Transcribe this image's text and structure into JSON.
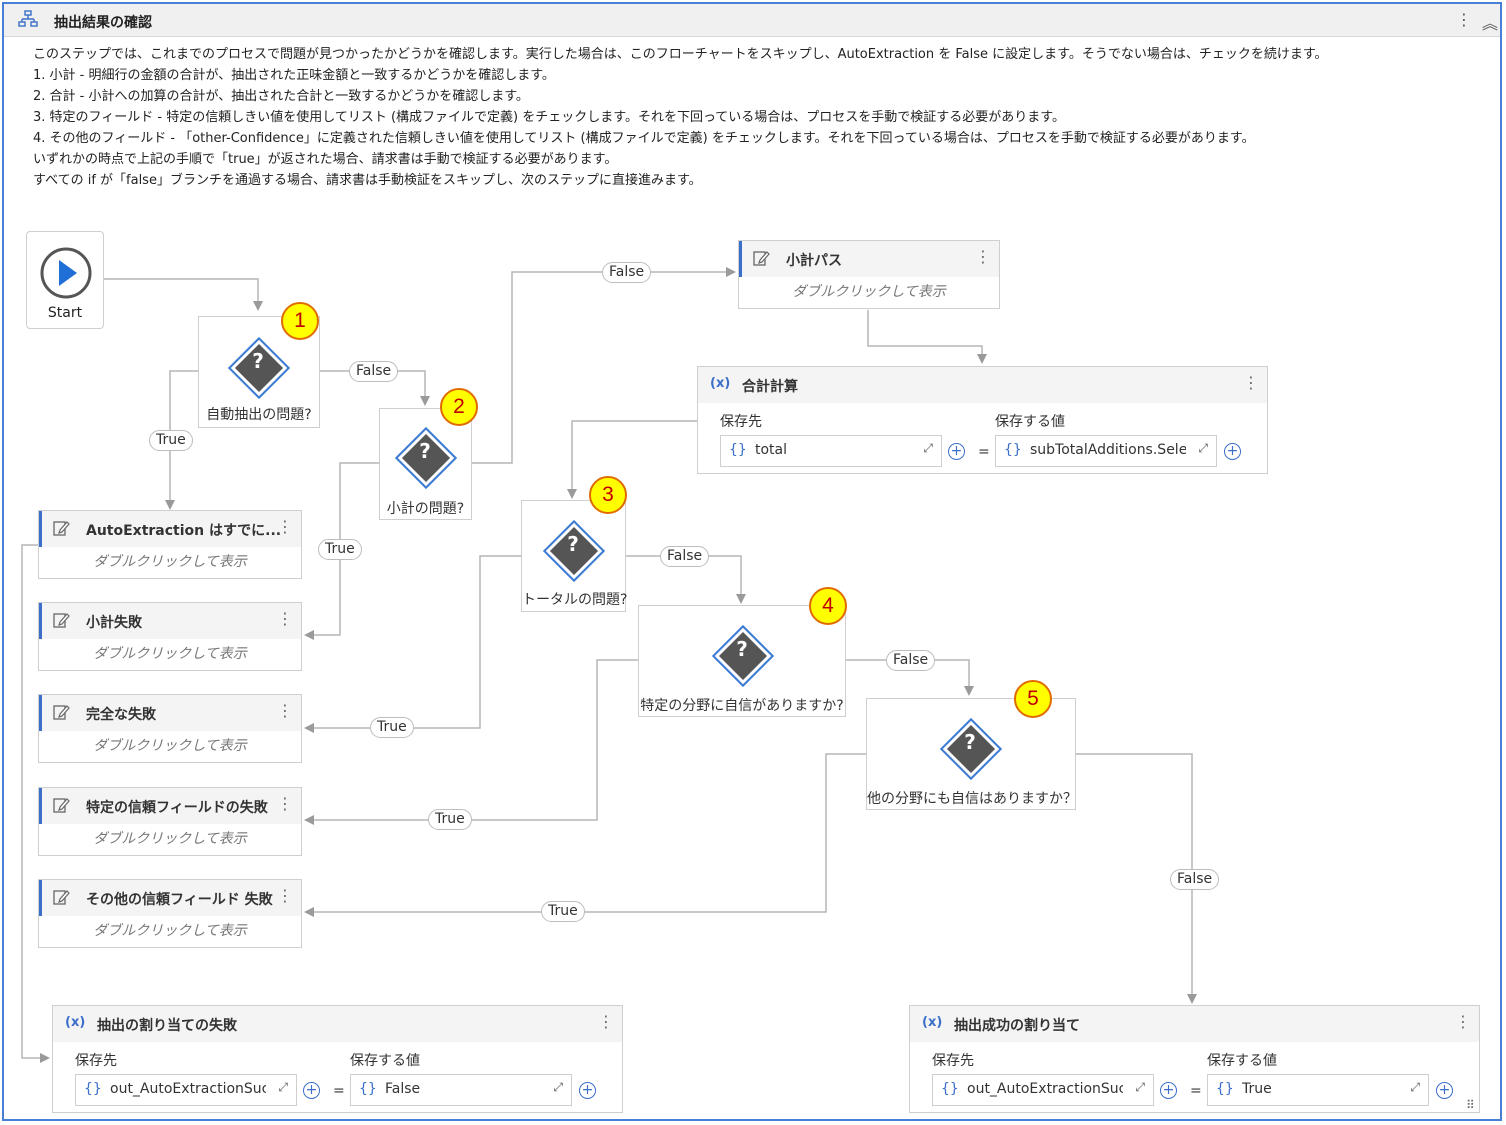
{
  "header": {
    "title": "抽出結果の確認"
  },
  "description": [
    "このステップでは、これまでのプロセスで問題が見つかったかどうかを確認します。実行した場合は、このフローチャートをスキップし、AutoExtraction を False に設定します。そうでない場合は、チェックを続けます。",
    "1. 小計 - 明細行の金額の合計が、抽出された正味金額と一致するかどうかを確認します。",
    "2. 合計 - 小計への加算の合計が、抽出された合計と一致するかどうかを確認します。",
    "3. 特定のフィールド - 特定の信頼しきい値を使用してリスト (構成ファイルで定義) をチェックします。それを下回っている場合は、プロセスを手動で検証する必要があります。",
    "4. その他のフィールド - 「other-Confidence」に定義された信頼しきい値を使用してリスト (構成ファイルで定義) をチェックします。それを下回っている場合は、プロセスを手動で検証する必要があります。",
    "",
    "いずれかの時点で上記の手順で「true」が返された場合、請求書は手動で検証する必要があります。",
    "すべての if が「false」ブランチを通過する場合、請求書は手動検証をスキップし、次のステップに直接進みます。"
  ],
  "start": {
    "label": "Start"
  },
  "decisions": [
    {
      "label": "自動抽出の問題?",
      "number": "1"
    },
    {
      "label": "小計の問題?",
      "number": "2"
    },
    {
      "label": "トータルの問題?",
      "number": "3"
    },
    {
      "label": "特定の分野に自信がありますか?",
      "number": "4"
    },
    {
      "label": "他の分野にも自信はありますか？",
      "number": "5"
    }
  ],
  "activities": [
    {
      "title": "AutoExtraction はすでに...",
      "hint": "ダブルクリックして表示"
    },
    {
      "title": "小計失敗",
      "hint": "ダブルクリックして表示"
    },
    {
      "title": "完全な失敗",
      "hint": "ダブルクリックして表示"
    },
    {
      "title": "特定の信頼フィールドの失敗",
      "hint": "ダブルクリックして表示"
    },
    {
      "title": "その他の信頼フィールド 失敗",
      "hint": "ダブルクリックして表示"
    },
    {
      "title": "小計パス",
      "hint": "ダブルクリックして表示"
    }
  ],
  "assigns": [
    {
      "title": "合計計算",
      "to_label": "保存先",
      "value_label": "保存する値",
      "to": "total",
      "value": "subTotalAdditions.Sele"
    },
    {
      "title": "抽出の割り当ての失敗",
      "to_label": "保存先",
      "value_label": "保存する値",
      "to": "out_AutoExtractionSuc",
      "value": "False"
    },
    {
      "title": "抽出成功の割り当て",
      "to_label": "保存先",
      "value_label": "保存する値",
      "to": "out_AutoExtractionSuc",
      "value": "True"
    }
  ],
  "edge_labels": {
    "true": "True",
    "false": "False"
  },
  "assign_symbols": {
    "x": "(x)",
    "brace": "{}",
    "eq": "=",
    "plus": "+",
    "q": "?"
  },
  "colors": {
    "accent": "#3b6fc9",
    "border": "#4a7fd6",
    "badge_fill": "#ffff00",
    "badge_text": "#c00000"
  }
}
